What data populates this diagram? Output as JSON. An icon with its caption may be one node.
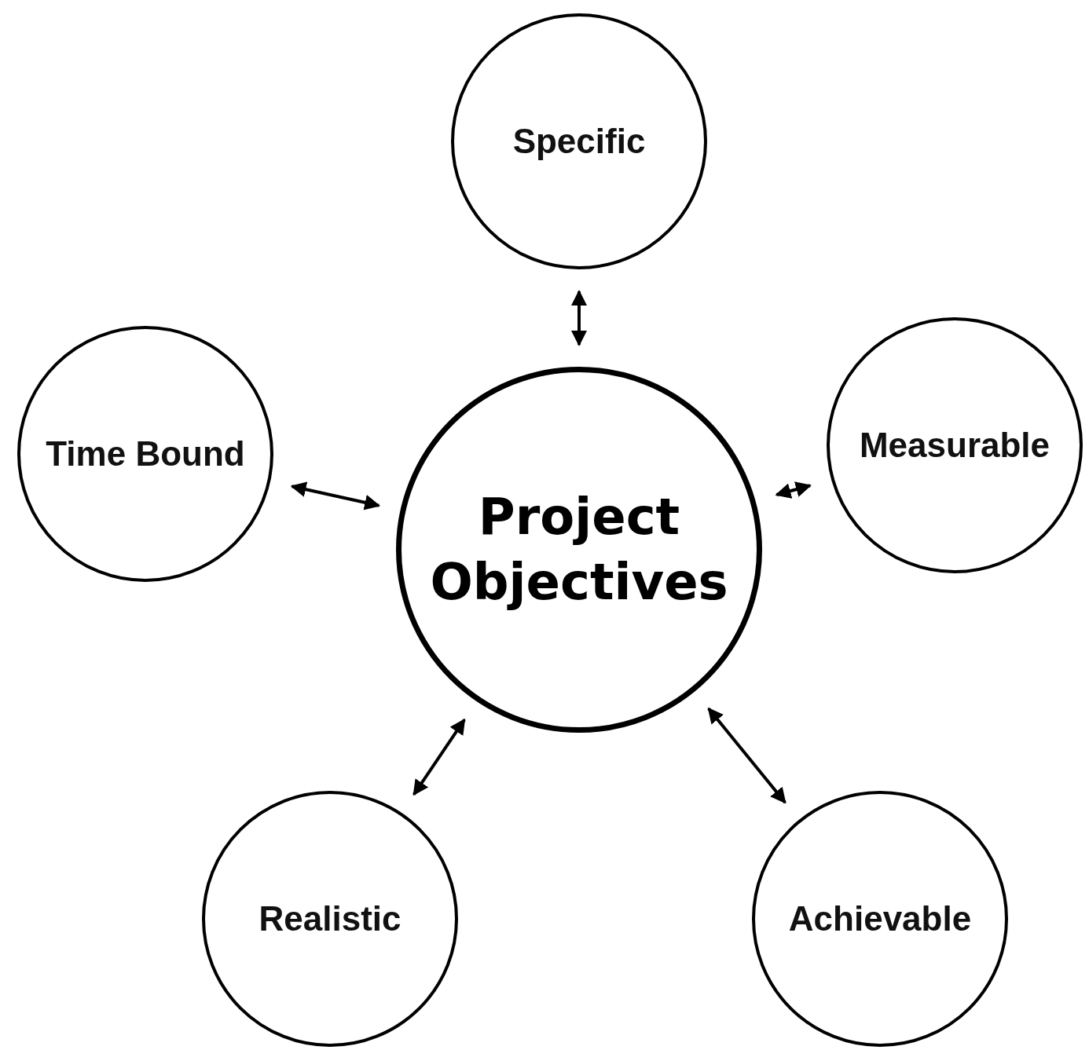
{
  "diagram": {
    "nodes": [
      {
        "text": [
          "Project Objectives"
        ]
      },
      {
        "text": [
          "Specific"
        ]
      },
      {
        "text": [
          "Time Bound"
        ]
      },
      {
        "text": [
          "Measurable"
        ]
      },
      {
        "text": [
          "Realistic"
        ]
      },
      {
        "text": [
          "Achievable"
        ]
      }
    ],
    "edges": [
      {
        "from": 0,
        "to": 1,
        "arrow": "both"
      },
      {
        "from": 0,
        "to": 2,
        "arrow": "both"
      },
      {
        "from": 0,
        "to": 3,
        "arrow": "both"
      },
      {
        "from": 0,
        "to": 4,
        "arrow": "both"
      },
      {
        "from": 0,
        "to": 5,
        "arrow": "both"
      }
    ]
  }
}
